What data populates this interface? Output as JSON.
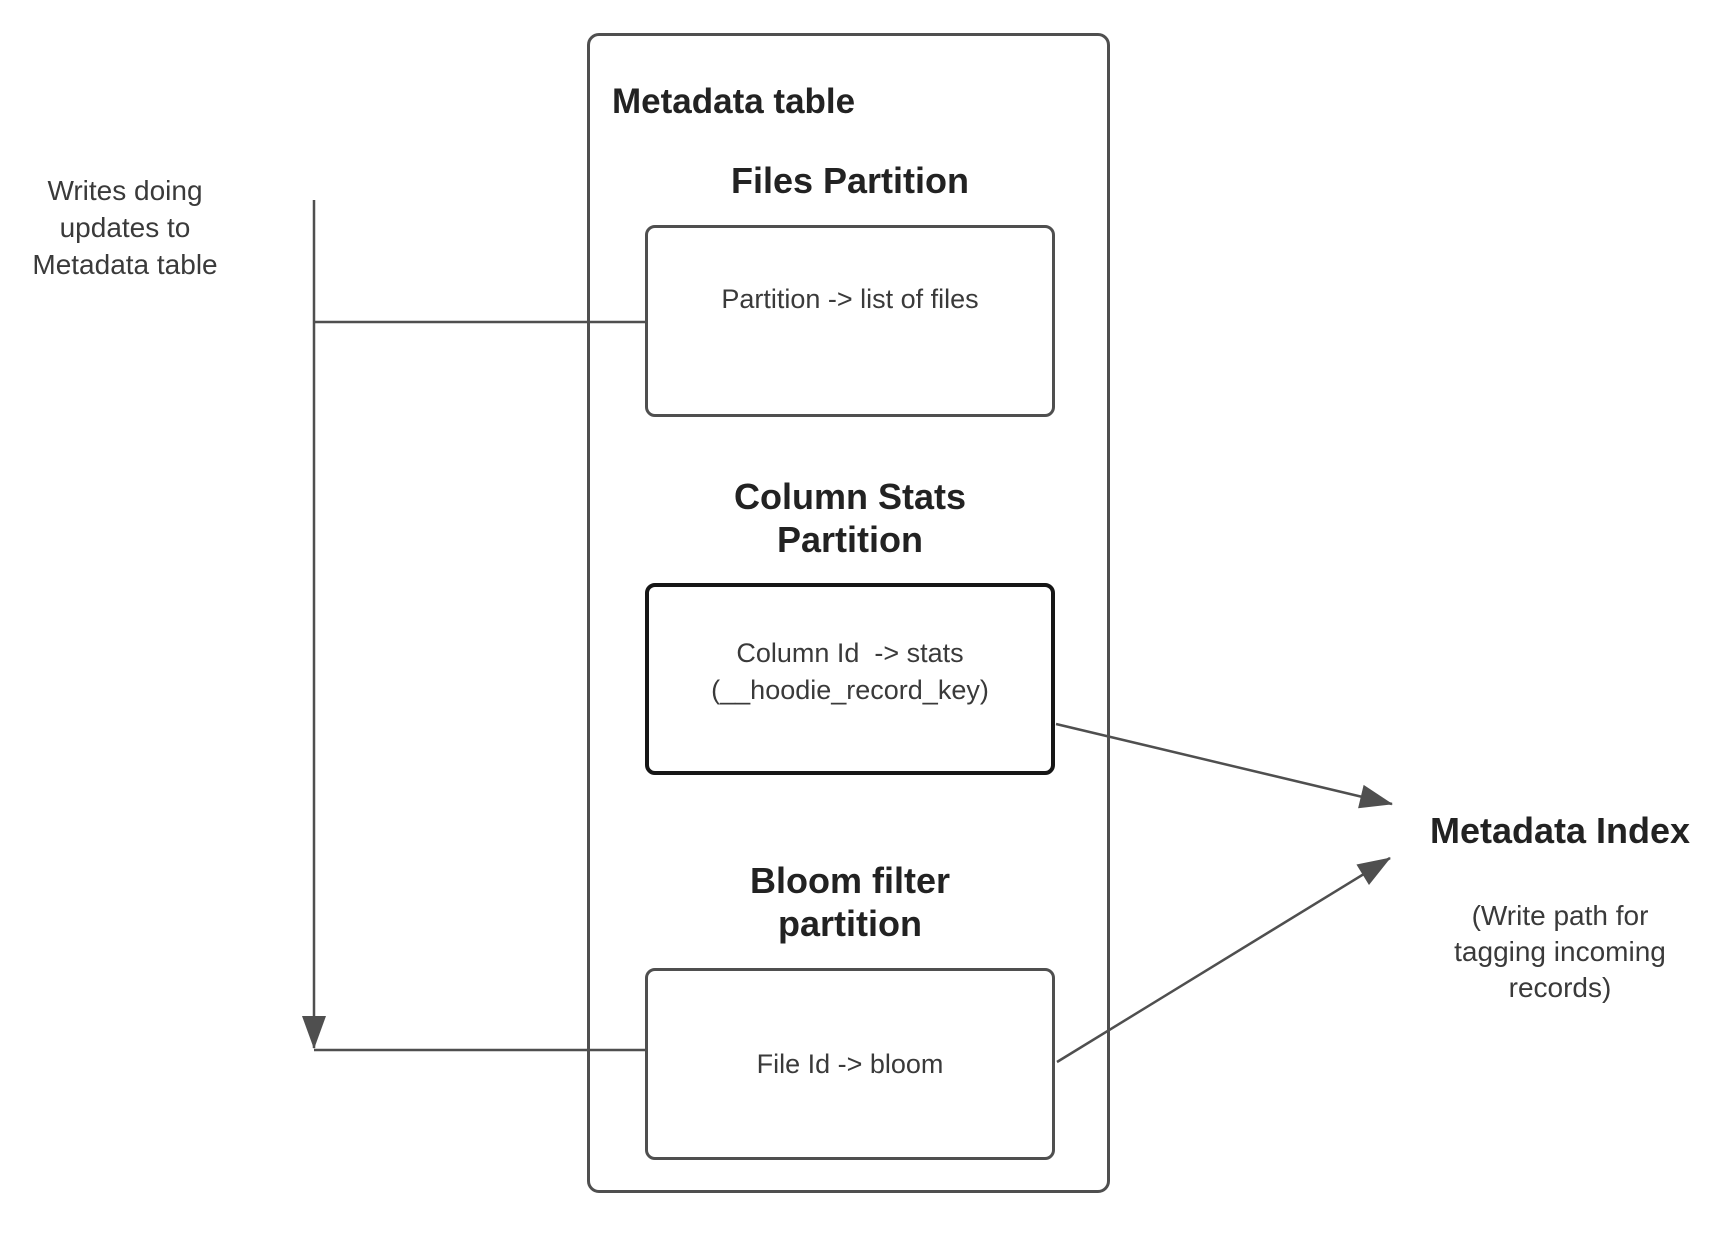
{
  "colors": {
    "line": "#4f4f4f",
    "box-border": "#4f4f4f",
    "stats-border": "#161616",
    "heading-text": "#222222",
    "body-text": "#3a3a3a",
    "background": "#ffffff"
  },
  "writes_label": {
    "text": "Writes doing\nupdates to\nMetadata table"
  },
  "metadata_table": {
    "title": "Metadata table",
    "files_partition": {
      "heading": "Files Partition",
      "mapping": "Partition -> list of files"
    },
    "column_stats_partition": {
      "heading": "Column Stats\nPartition",
      "mapping": "Column Id  -> stats",
      "mapping_detail": "(__hoodie_record_key)"
    },
    "bloom_filter_partition": {
      "heading": "Bloom filter\npartition",
      "mapping": "File Id -> bloom"
    }
  },
  "metadata_index": {
    "title": "Metadata Index",
    "subtitle": "(Write path for\ntagging incoming\nrecords)"
  }
}
